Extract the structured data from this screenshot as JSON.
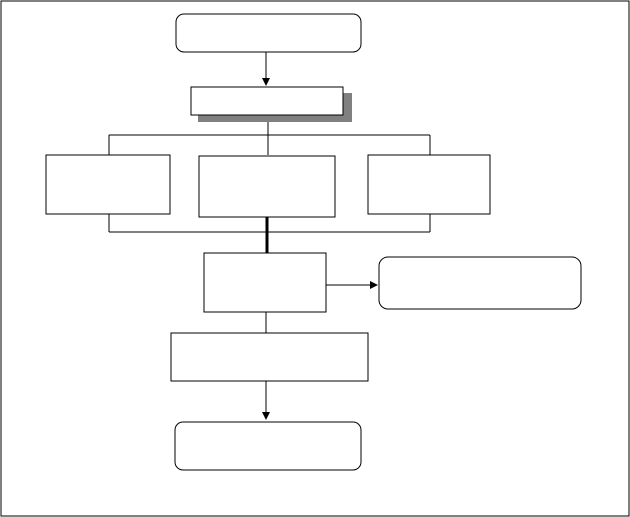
{
  "diagram": {
    "type": "flowchart",
    "nodes": [
      {
        "id": "start",
        "shape": "rounded-rectangle",
        "text": ""
      },
      {
        "id": "step-1",
        "shape": "rectangle-with-shadow",
        "text": ""
      },
      {
        "id": "branch-left",
        "shape": "rectangle",
        "text": ""
      },
      {
        "id": "branch-center",
        "shape": "rectangle",
        "text": ""
      },
      {
        "id": "branch-right",
        "shape": "rectangle",
        "text": ""
      },
      {
        "id": "merge-step",
        "shape": "rectangle",
        "text": ""
      },
      {
        "id": "side-output",
        "shape": "rounded-rectangle",
        "text": ""
      },
      {
        "id": "step-3",
        "shape": "rectangle",
        "text": ""
      },
      {
        "id": "end",
        "shape": "rounded-rectangle",
        "text": ""
      }
    ],
    "edges": [
      {
        "from": "start",
        "to": "step-1",
        "arrow": true
      },
      {
        "from": "step-1",
        "to": "branch-left",
        "arrow": false
      },
      {
        "from": "step-1",
        "to": "branch-center",
        "arrow": false
      },
      {
        "from": "step-1",
        "to": "branch-right",
        "arrow": false
      },
      {
        "from": "branch-left",
        "to": "merge-step",
        "arrow": false
      },
      {
        "from": "branch-center",
        "to": "merge-step",
        "arrow": false
      },
      {
        "from": "branch-right",
        "to": "merge-step",
        "arrow": false
      },
      {
        "from": "merge-step",
        "to": "side-output",
        "arrow": true
      },
      {
        "from": "merge-step",
        "to": "step-3",
        "arrow": false
      },
      {
        "from": "step-3",
        "to": "end",
        "arrow": true
      }
    ],
    "colors": {
      "stroke": "#000000",
      "fill": "#ffffff",
      "shadow": "#808080",
      "frame": "#000000"
    }
  }
}
